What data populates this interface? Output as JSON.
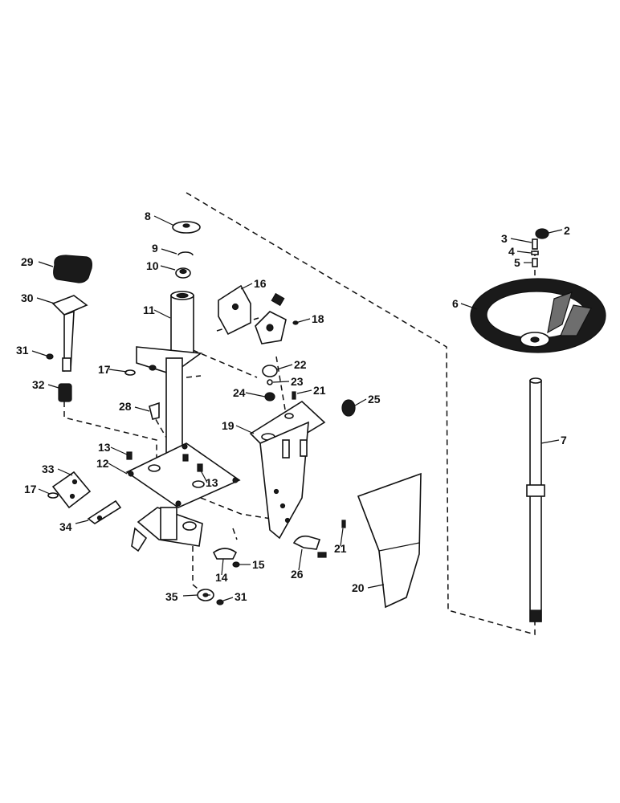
{
  "diagram": {
    "part_numbers": [
      "2",
      "3",
      "4",
      "5",
      "6",
      "7",
      "8",
      "9",
      "10",
      "11",
      "12",
      "13",
      "14",
      "15",
      "16",
      "17",
      "18",
      "19",
      "20",
      "21",
      "22",
      "23",
      "24",
      "25",
      "26",
      "28",
      "29",
      "30",
      "31",
      "32",
      "33",
      "34",
      "35"
    ]
  }
}
